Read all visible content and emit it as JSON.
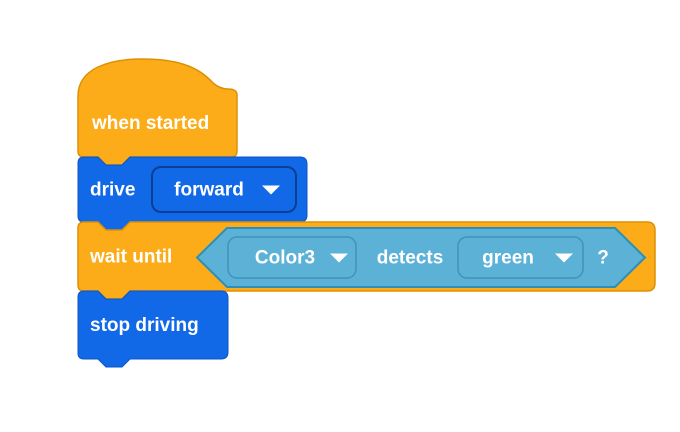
{
  "app": {
    "type": "block-coding-workspace",
    "background": "#ffffff"
  },
  "palette": {
    "event_orange": "#FBAC18",
    "event_orange_border": "#DE9005",
    "drive_blue": "#1169E8",
    "drive_blue_border": "#0C3E96",
    "sensing_teal": "#5CB1D6",
    "sensing_teal_border": "#2E8EB8",
    "label_text": "#FFFFFF"
  },
  "blocks": {
    "when_started": {
      "label": "when started"
    },
    "drive": {
      "label": "drive",
      "direction_dropdown": {
        "value": "forward",
        "icon": "dropdown-arrow-icon"
      }
    },
    "wait_until": {
      "label": "wait until",
      "condition": {
        "sensor_dropdown": {
          "value": "Color3",
          "icon": "dropdown-arrow-icon"
        },
        "verb": "detects",
        "color_dropdown": {
          "value": "green",
          "icon": "dropdown-arrow-icon"
        },
        "question": "?"
      }
    },
    "stop_driving": {
      "label": "stop driving"
    }
  }
}
